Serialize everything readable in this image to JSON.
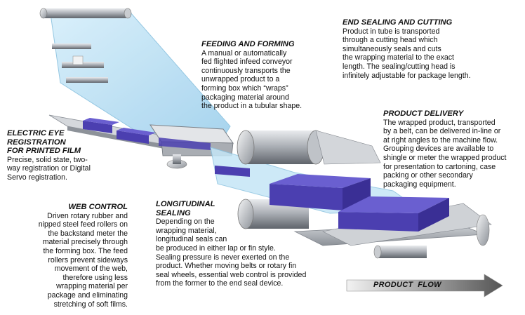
{
  "blocks": {
    "end_sealing": {
      "title": "END SEALING AND CUTTING",
      "body": "Product in tube is transported\nthrough a cutting head which\nsimultaneously seals and cuts\nthe wrapping material to the exact\nlength. The sealing/cutting head is\ninfinitely adjustable for package length."
    },
    "feeding_forming": {
      "title": "FEEDING AND FORMING",
      "body": "A manual or automatically\nfed flighted infeed conveyor\ncontinuously transports the\nunwrapped product to a\nforming box which “wraps”\npackaging material around\nthe product in a tubular shape."
    },
    "product_delivery": {
      "title": "PRODUCT DELIVERY",
      "body": "The wrapped product, transported\nby a belt, can be delivered in-line or\nat right angles to the machine flow.\nGrouping devices are available to\nshingle or meter the wrapped product\nfor presentation to cartoning, case\npacking or other secondary\npackaging equipment."
    },
    "electric_eye": {
      "title": "ELECTRIC EYE\nREGISTRATION\nFOR PRINTED FILM",
      "body": "Precise, solid state, two-\nway registration or Digital\nServo registration."
    },
    "web_control": {
      "title": "WEB CONTROL",
      "body": "Driven rotary rubber and\nnipped steel feed rollers on\nthe backstand meter the\nmaterial precisely through\nthe forming box. The feed\nrollers prevent sideways\nmovement of the web,\ntherefore using less\nwrapping material per\npackage and eliminating\nstretching of soft films."
    },
    "longitudinal": {
      "title": "LONGITUDINAL\nSEALING",
      "body": "Depending on the\nwrapping material,\nlongitudinal seals can\nbe produced in either lap or fin style.\nSealing pressure is never exerted on the\nproduct. Whether moving belts or rotary fin\nseal wheels, essential web control is provided\nfrom the former to the end seal device."
    }
  },
  "flow_label": "PRODUCT  FLOW",
  "colors": {
    "film": "#bfe3f5",
    "film_edge": "#7fb9d8",
    "product": "#4b3fb0",
    "product_top": "#6a5fd0",
    "steel": "#b8bcc2",
    "steel_dark": "#6e737a",
    "arrow_dark": "#555555",
    "arrow_light": "#f2f2f2"
  }
}
